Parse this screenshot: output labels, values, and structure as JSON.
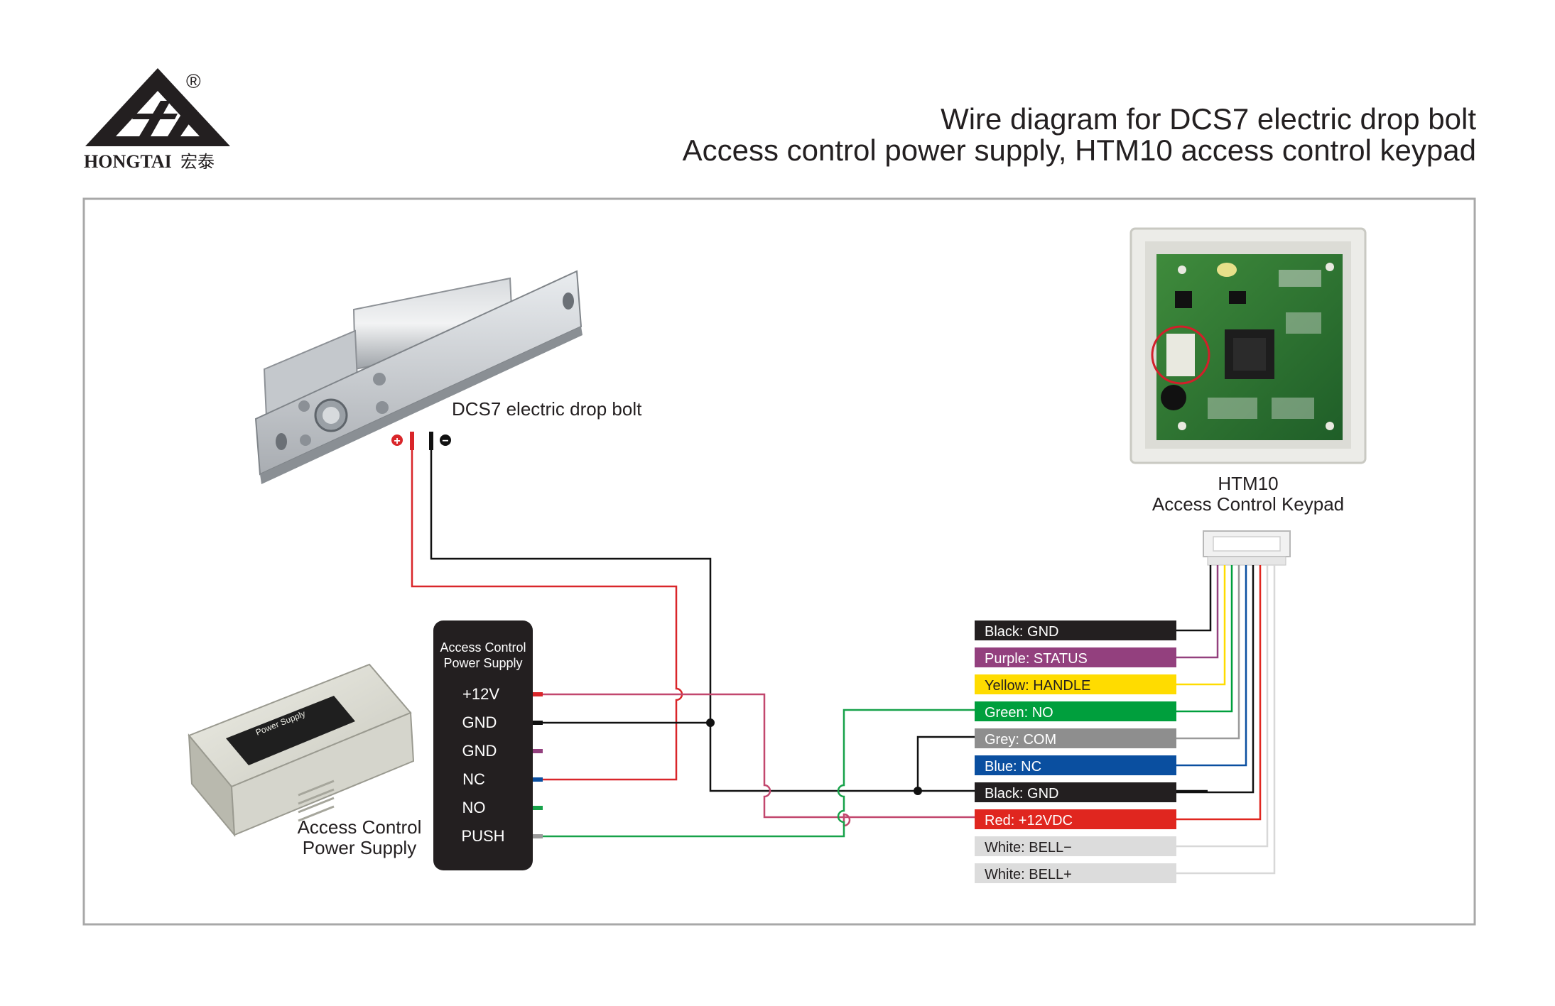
{
  "brand": {
    "name": "HONGTAI",
    "chinese": "宏泰",
    "registered_mark": "®"
  },
  "title": {
    "line1": "Wire diagram for DCS7 electric drop bolt",
    "line2": "Access control power supply, HTM10 access control keypad"
  },
  "bolt": {
    "label": "DCS7 electric drop bolt",
    "positive_symbol": "+",
    "negative_symbol": "−"
  },
  "power_supply": {
    "device_label_line1": "Access Control",
    "device_label_line2": "Power Supply",
    "box_title_line1": "Access Control",
    "box_title_line2": "Power Supply",
    "unit_print": "Power Supply",
    "terminals": [
      "+12V",
      "GND",
      "GND",
      "NC",
      "NO",
      "PUSH"
    ]
  },
  "keypad": {
    "label_line1": "HTM10",
    "label_line2": "Access Control Keypad"
  },
  "wire_labels": [
    {
      "text": "Black: GND",
      "color": "#231f20"
    },
    {
      "text": "Purple: STATUS",
      "color": "#93407e"
    },
    {
      "text": "Yellow: HANDLE",
      "color": "#ffdc00"
    },
    {
      "text": "Green: NO",
      "color": "#009f3d"
    },
    {
      "text": "Grey: COM",
      "color": "#8e8e8e"
    },
    {
      "text": "Blue: NC",
      "color": "#0a4fa0"
    },
    {
      "text": "Black: GND",
      "color": "#231f20"
    },
    {
      "text": "Red: +12VDC",
      "color": "#e0261f"
    },
    {
      "text": "White: BELL−",
      "color": "#dcdcdc"
    },
    {
      "text": "White: BELL+",
      "color": "#dcdcdc"
    }
  ],
  "colors": {
    "red_wire": "#d9262a",
    "black_wire": "#111111",
    "green_wire": "#17a24a",
    "pink_wire": "#c2476e"
  }
}
